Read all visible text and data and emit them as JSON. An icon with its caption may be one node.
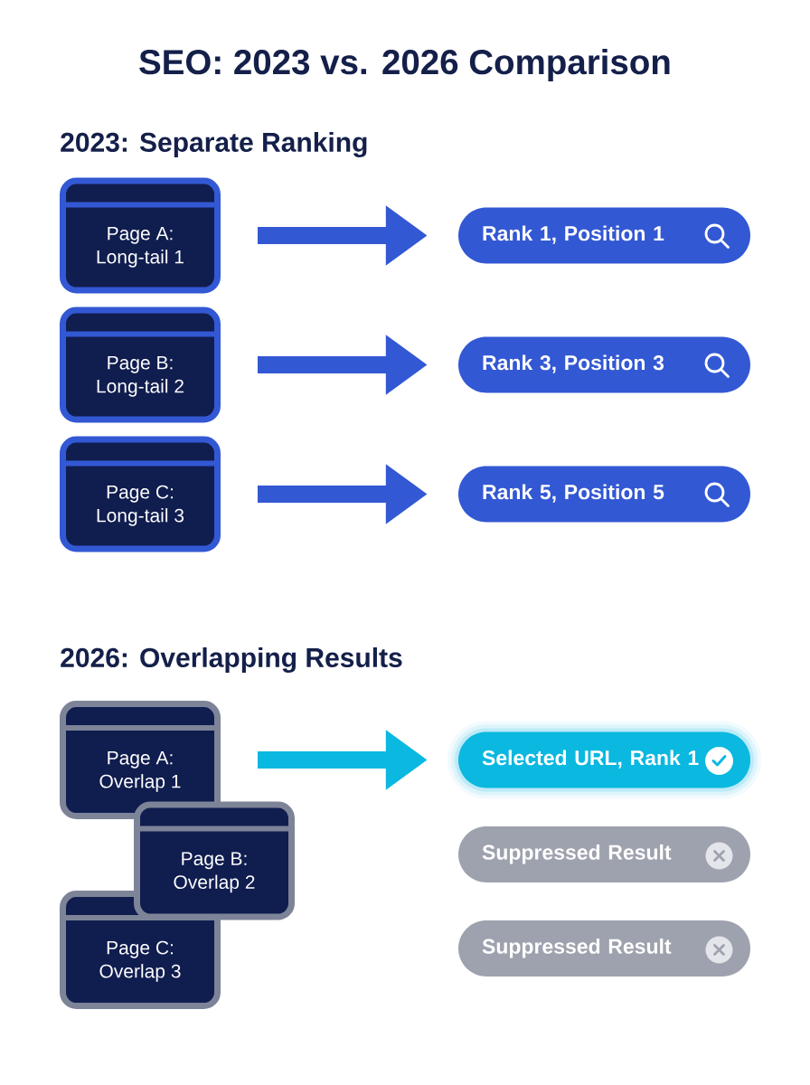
{
  "diagram": {
    "title": "SEO: 2023 vs. 2026 Comparison",
    "nodes": [
      {
        "text": [
          "Page A: Long-tail 1"
        ]
      },
      {
        "text": [
          "Rank 1, Position 1"
        ]
      },
      {
        "text": [
          "Page B: Long-tail 2"
        ]
      },
      {
        "text": [
          "Rank 3, Position 3"
        ]
      },
      {
        "text": [
          "Page C: Long-tail 3"
        ]
      },
      {
        "text": [
          "Rank 5, Position 5"
        ]
      },
      {
        "text": [
          "Page A: Overlap 1"
        ]
      },
      {
        "text": [
          "Page B: Overlap 2"
        ]
      },
      {
        "text": [
          "Page C: Overlap 3"
        ]
      },
      {
        "text": [
          "Selected URL, Rank 1"
        ]
      },
      {
        "text": [
          "Suppressed Result"
        ]
      },
      {
        "text": [
          "Suppressed Result"
        ]
      }
    ],
    "edges": [
      {
        "from": 0,
        "to": 1,
        "arrow": "to"
      },
      {
        "from": 2,
        "to": 3,
        "arrow": "to"
      },
      {
        "from": 4,
        "to": 5,
        "arrow": "to"
      },
      {
        "from": 6,
        "to": 9,
        "arrow": "to",
        "color": "#0ab8e0"
      }
    ],
    "labels": [
      "2023: Separate Ranking",
      "2026: Overlapping Results"
    ]
  }
}
